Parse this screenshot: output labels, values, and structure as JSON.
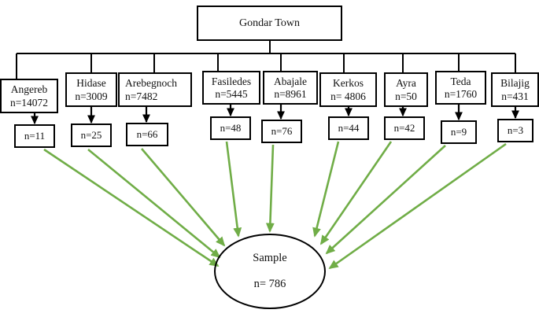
{
  "diagram": {
    "type": "sampling-flow-diagram",
    "root": {
      "label": "Gondar Town"
    },
    "sample": {
      "label": "Sample",
      "count_label": "n= 786",
      "count": 786
    },
    "colors": {
      "box_border": "#000000",
      "arrow_black": "#000000",
      "arrow_green": "#70AD47",
      "background": "#ffffff"
    },
    "kebeles": [
      {
        "name": "Angereb",
        "population_label": "n=14072",
        "population": 14072,
        "sample_label": "n=11",
        "sample": 11
      },
      {
        "name": "Hidase",
        "population_label": "n=3009",
        "population": 3009,
        "sample_label": "n=25",
        "sample": 25
      },
      {
        "name": "Arebegnoch",
        "population_label": "n=7482",
        "population": 7482,
        "sample_label": "n=66",
        "sample": 66
      },
      {
        "name": "Fasiledes",
        "population_label": "n=5445",
        "population": 5445,
        "sample_label": "n=48",
        "sample": 48
      },
      {
        "name": "Abajale",
        "population_label": "n=8961",
        "population": 8961,
        "sample_label": "n=76",
        "sample": 76
      },
      {
        "name": "Kerkos",
        "population_label": "n= 4806",
        "population": 4806,
        "sample_label": "n=44",
        "sample": 44
      },
      {
        "name": "Ayra",
        "population_label": "n=50",
        "population": 50,
        "sample_label": "n=42",
        "sample": 42
      },
      {
        "name": "Teda",
        "population_label": "n=1760",
        "population": 1760,
        "sample_label": "n=9",
        "sample": 9
      },
      {
        "name": "Bilajig",
        "population_label": "n=431",
        "population": 431,
        "sample_label": "n=3",
        "sample": 3
      }
    ]
  }
}
